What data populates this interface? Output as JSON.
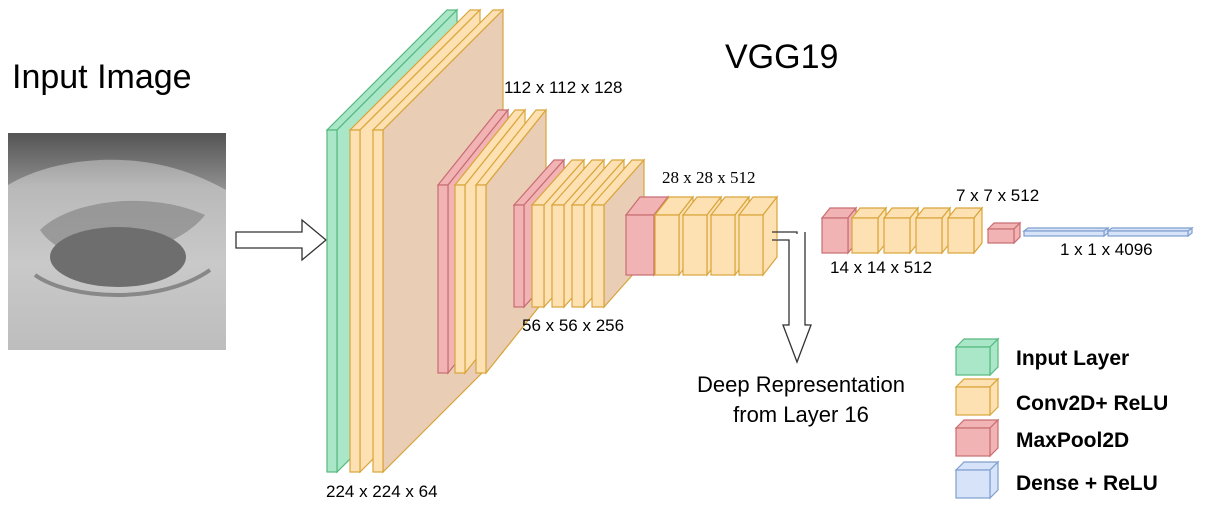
{
  "input": {
    "title": "Input Image"
  },
  "network": {
    "title": "VGG19"
  },
  "dims": {
    "d224": "224 x 224 x 64",
    "d112": "112 x 112 x 128",
    "d56": "56 x 56 x 256",
    "d28": "28 x 28 x 512",
    "d14": "14 x 14 x 512",
    "d7": "7 x 7 x 512",
    "d1": "1 x 1 x 4096"
  },
  "annotation": {
    "deep_rep": "Deep Representation from Layer 16"
  },
  "legend": [
    {
      "label": "Input Layer",
      "color": "#a9e7c8",
      "stroke": "#57b97f"
    },
    {
      "label": "Conv2D+ ReLU",
      "color": "#fde1b3",
      "stroke": "#d9a53b"
    },
    {
      "label": "MaxPool2D",
      "color": "#f2b3b4",
      "stroke": "#c86d70"
    },
    {
      "label": "Dense + ReLU",
      "color": "#d6e3f8",
      "stroke": "#7f9fcf"
    }
  ],
  "colors": {
    "input_layer": "#a9e7c8",
    "conv": "#fde1b3",
    "maxpool": "#f2b3b4",
    "dense": "#d6e3f8",
    "side_tan": "#e9cdb4"
  }
}
